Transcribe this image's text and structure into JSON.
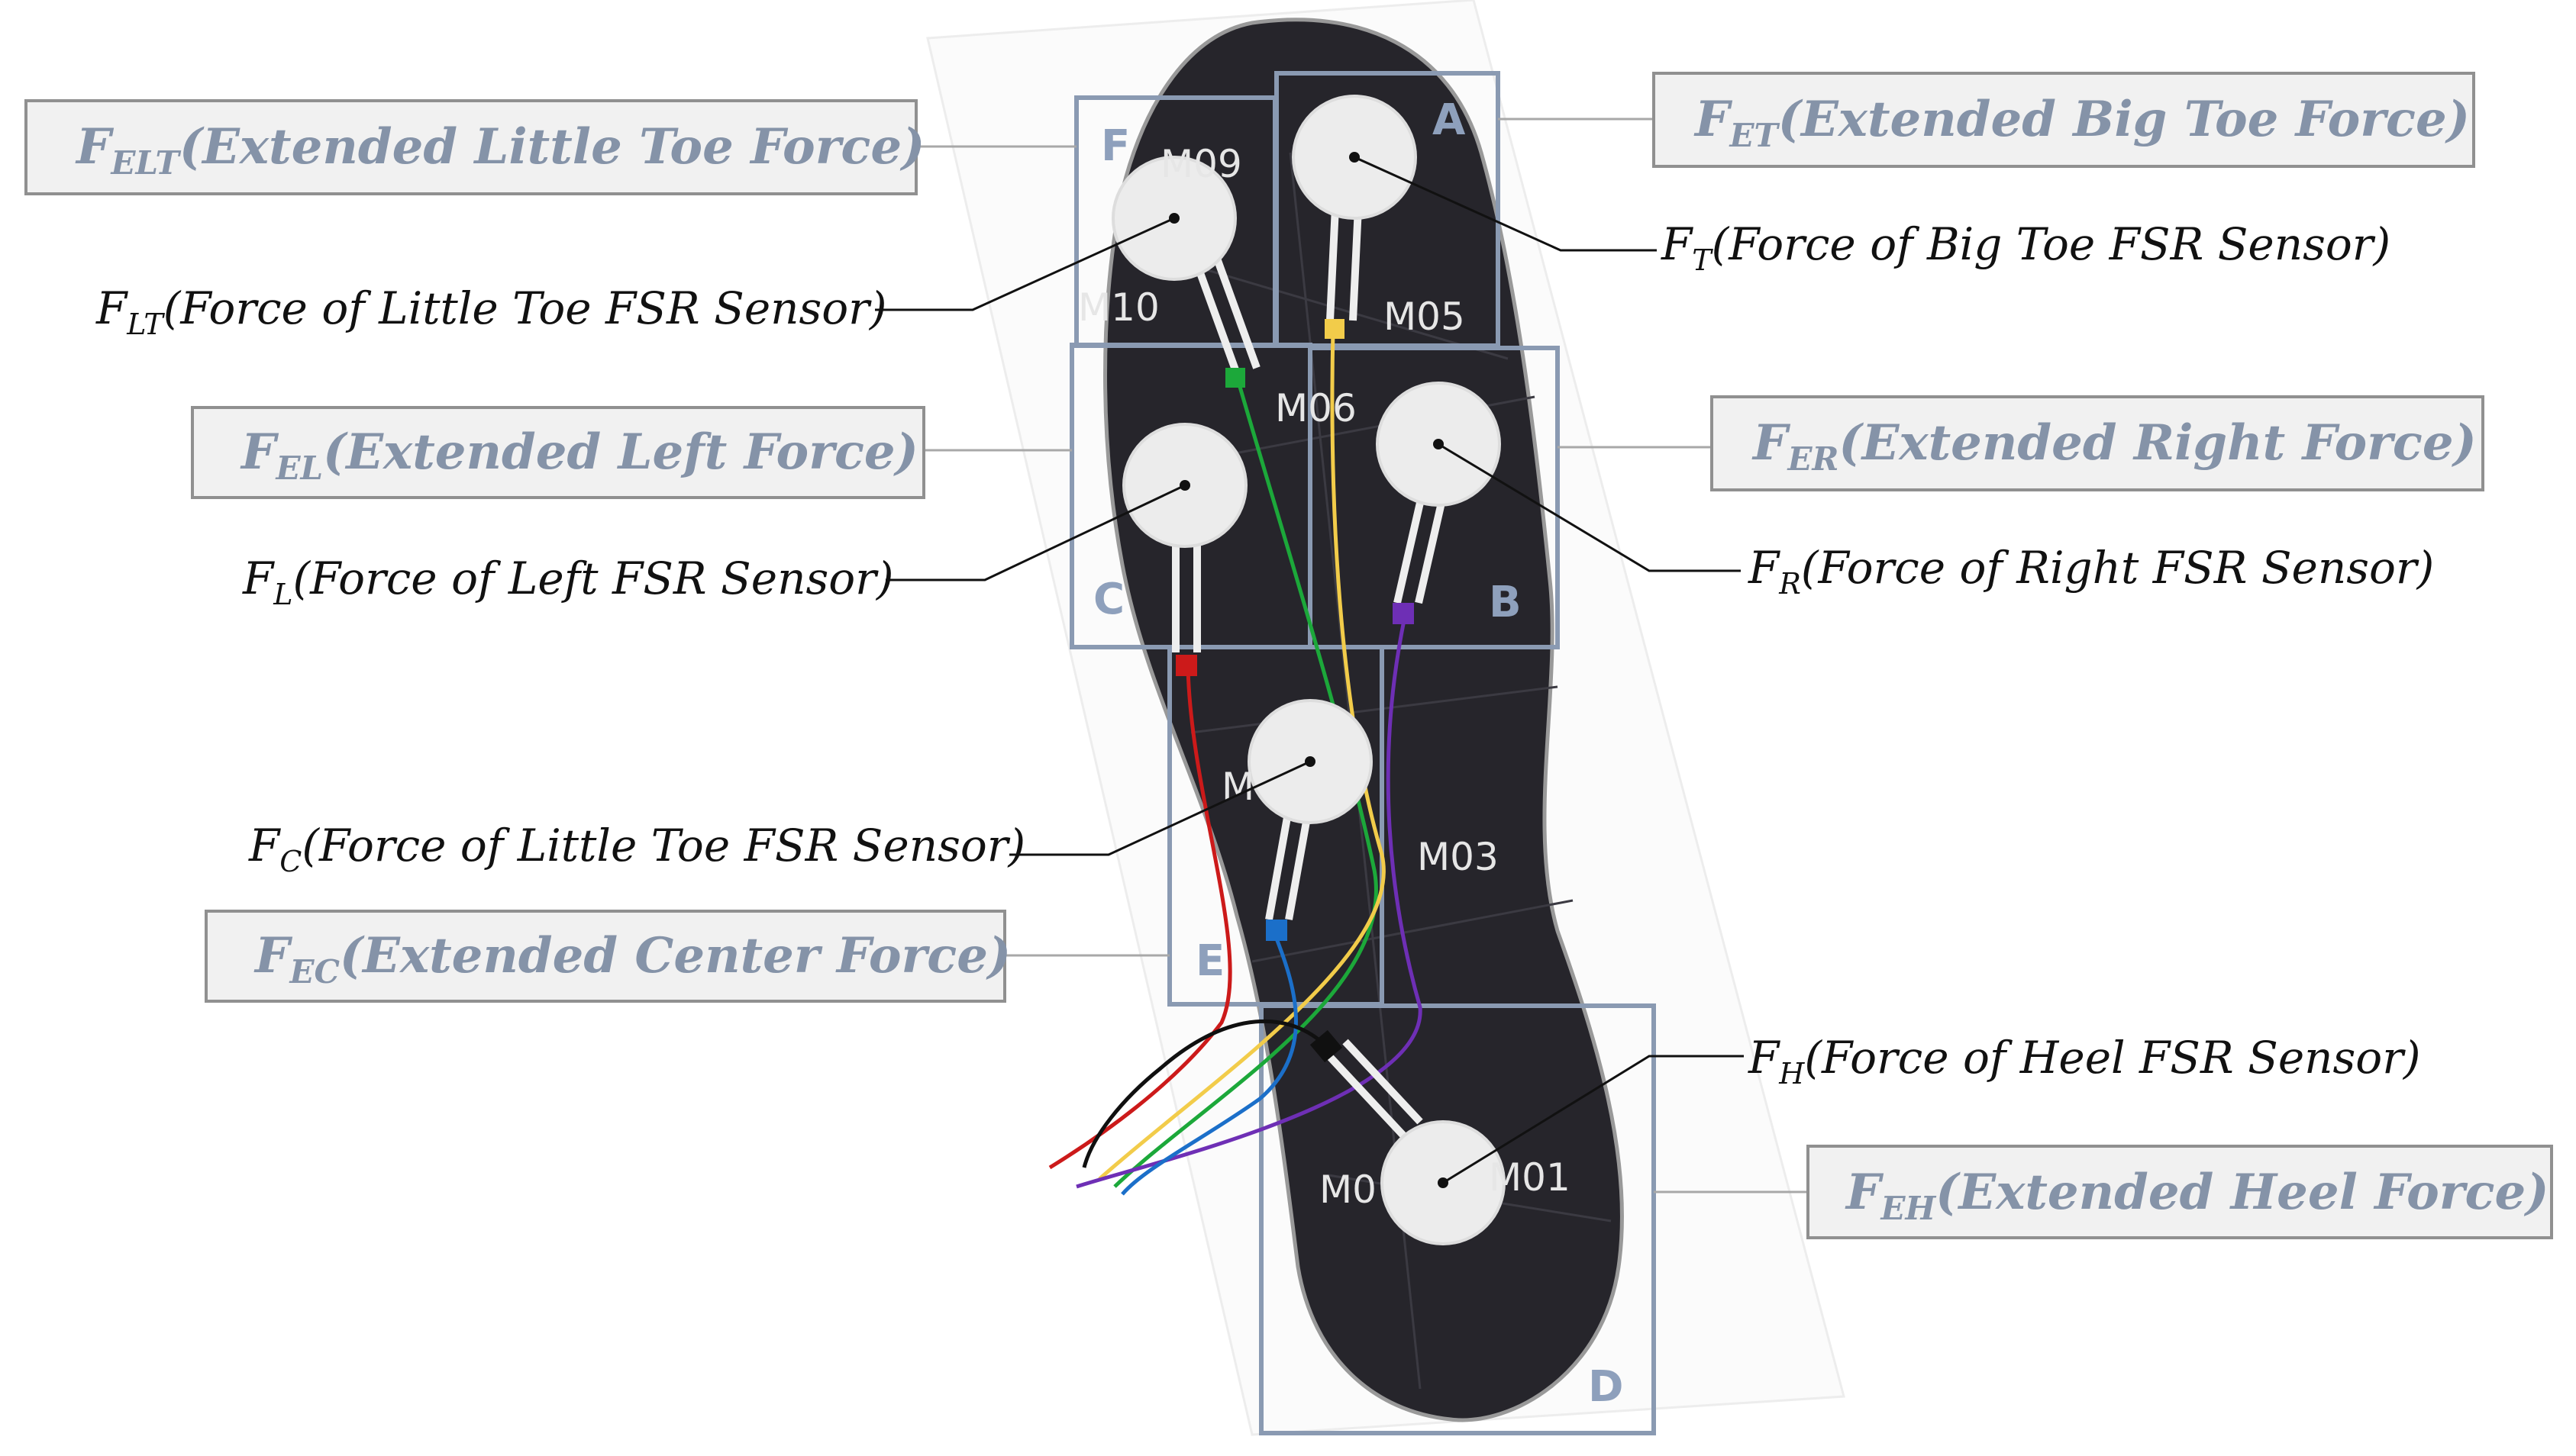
{
  "extended_labels": {
    "little_toe": {
      "symbol": "F",
      "sub": "ELT",
      "text": "(Extended Little Toe Force)"
    },
    "big_toe": {
      "symbol": "F",
      "sub": "ET",
      "text": "(Extended Big Toe Force)"
    },
    "left": {
      "symbol": "F",
      "sub": "EL",
      "text": "(Extended Left Force)"
    },
    "right": {
      "symbol": "F",
      "sub": "ER",
      "text": "(Extended Right Force)"
    },
    "center": {
      "symbol": "F",
      "sub": "EC",
      "text": "(Extended Center Force)"
    },
    "heel": {
      "symbol": "F",
      "sub": "EH",
      "text": "(Extended Heel Force)"
    }
  },
  "sensor_labels": {
    "little_toe": {
      "symbol": "F",
      "sub": "LT",
      "text": "(Force of  Little Toe FSR Sensor)"
    },
    "big_toe": {
      "symbol": "F",
      "sub": "T",
      "text": "(Force of  Big Toe FSR Sensor)"
    },
    "left": {
      "symbol": "F",
      "sub": "L",
      "text": "(Force of  Left FSR Sensor)"
    },
    "right": {
      "symbol": "F",
      "sub": "R",
      "text": "(Force of  Right FSR Sensor)"
    },
    "center": {
      "symbol": "F",
      "sub": "C",
      "text": "(Force of  Little Toe FSR Sensor)"
    },
    "heel": {
      "symbol": "F",
      "sub": "H",
      "text": "(Force of  Heel FSR Sensor)"
    }
  },
  "zones": {
    "a": "A",
    "b": "B",
    "c": "C",
    "d": "D",
    "e": "E",
    "f": "F"
  },
  "modules": {
    "m09": "M09",
    "m10": "M10",
    "m05": "M05",
    "m06": "M06",
    "m03": "M03",
    "m0x": "M0",
    "m01": "M01",
    "m_center": "M"
  },
  "colors": {
    "insole": "#26252b",
    "zone_border": "#8a9ab2",
    "label_box_fill": "#f1f1f1",
    "label_box_border": "#909090",
    "ext_text": "#8593a8",
    "wire_green": "#1ca83a",
    "wire_yellow": "#f2cc4a",
    "wire_purple": "#6e2fb5",
    "wire_red": "#cc1a1a",
    "wire_blue": "#1b6fc9",
    "wire_black": "#101010"
  }
}
